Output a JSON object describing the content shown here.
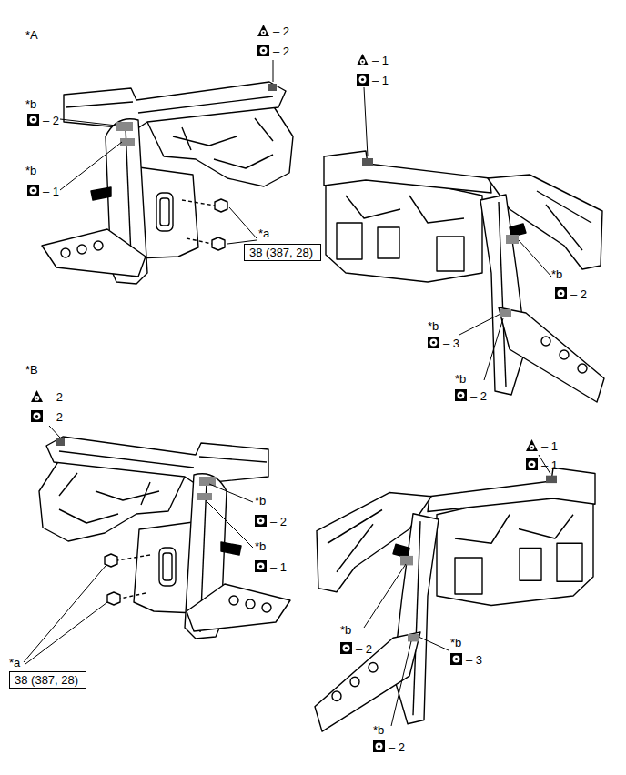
{
  "diagram": {
    "nodes": [
      {
        "text": [
          "38 (387, 28)"
        ]
      },
      {
        "text": [
          "38 (387, 28)"
        ]
      }
    ],
    "labels": [
      "*A",
      "– 2",
      "– 2",
      "*b",
      "– 2",
      "*b",
      "– 1",
      "*a",
      "– 1",
      "– 1",
      "*b",
      "– 2",
      "*b",
      "– 3",
      "*b",
      "– 2",
      "*B",
      "– 2",
      "– 2",
      "*b",
      "– 2",
      "*b",
      "– 1",
      "*a",
      "– 1",
      "– 1",
      "*b",
      "– 2",
      "*b",
      "– 3",
      "*b",
      "– 2"
    ]
  }
}
